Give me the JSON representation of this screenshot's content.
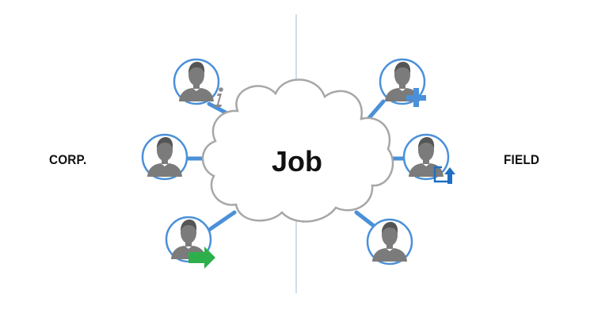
{
  "center": {
    "label": "Job"
  },
  "left_label": "CORP.",
  "right_label": "FIELD",
  "colors": {
    "circle_stroke": "#4a90d9",
    "connector": "#4a90d9",
    "divider": "#9dbcd9",
    "cloud_stroke": "#a7a7a7",
    "person": "#7b7b7b",
    "info_icon": "#8a8a8a",
    "plus_icon": "#4a90d9",
    "upload_icon": "#1f6fc2",
    "arrow_icon": "#2db04b"
  },
  "nodes": [
    {
      "id": "corp-info",
      "side": "left",
      "badge": "info-icon"
    },
    {
      "id": "corp-plain",
      "side": "left",
      "badge": ""
    },
    {
      "id": "corp-forward",
      "side": "left",
      "badge": "arrow-right-icon"
    },
    {
      "id": "field-add",
      "side": "right",
      "badge": "plus-icon"
    },
    {
      "id": "field-upload",
      "side": "right",
      "badge": "upload-icon"
    },
    {
      "id": "field-plain",
      "side": "right",
      "badge": ""
    }
  ]
}
